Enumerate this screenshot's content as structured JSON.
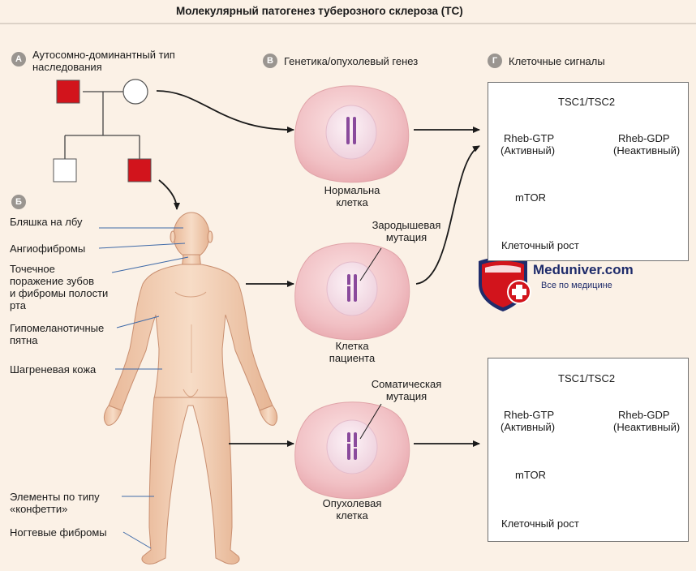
{
  "title": "Молекулярный патогенез туберозного склероза (ТС)",
  "sections": {
    "a": {
      "badge": "А",
      "label_line1": "Аутосомно-доминантный тип",
      "label_line2": "наследования"
    },
    "b": {
      "badge": "Б"
    },
    "v": {
      "badge": "В",
      "label": "Генетика/опухолевый генез"
    },
    "g": {
      "badge": "Г",
      "label": "Клеточные сигналы"
    }
  },
  "body_labels": [
    "Бляшка на лбу",
    "Ангиофибромы",
    "Точечное",
    "поражение зубов",
    "и фибромы полости",
    "рта",
    "Гипомеланотичные",
    "пятна",
    "Шагреневая кожа",
    "Элементы по типу",
    "«конфетти»",
    "Ногтевые фибромы"
  ],
  "cells": {
    "normal": [
      "Нормальна",
      "клетка"
    ],
    "patient": [
      "Клетка",
      "пациента"
    ],
    "tumor": [
      "Опухолевая",
      "клетка"
    ],
    "germline": [
      "Зародышевая",
      "мутация"
    ],
    "somatic": [
      "Соматическая",
      "мутация"
    ]
  },
  "pathway_top": {
    "tsc": "TSC1/TSC2",
    "rheb_gtp": "Rheb-GTP",
    "active": "(Активный)",
    "rheb_gdp": "Rheb-GDP",
    "inactive": "(Неактивный)",
    "mtor": "mTOR",
    "growth": "Клеточный рост"
  },
  "pathway_bottom": {
    "tsc": "TSC1/TSC2",
    "rheb_gtp": "Rheb-GTP",
    "active": "(Активный)",
    "rheb_gdp": "Rheb-GDP",
    "inactive": "(Неактивный)",
    "mtor": "mTOR",
    "growth": "Клеточный рост"
  },
  "logo": {
    "name": "Meduniver.com",
    "tagline": "Все по медицине"
  },
  "colors": {
    "affected": "#d2141c",
    "cell": "#f3c6c9",
    "nucleus": "#f6e3ea",
    "chromosome": "#8a4a9c",
    "cross": "#e8332e",
    "skin": "#f3d2b8"
  }
}
